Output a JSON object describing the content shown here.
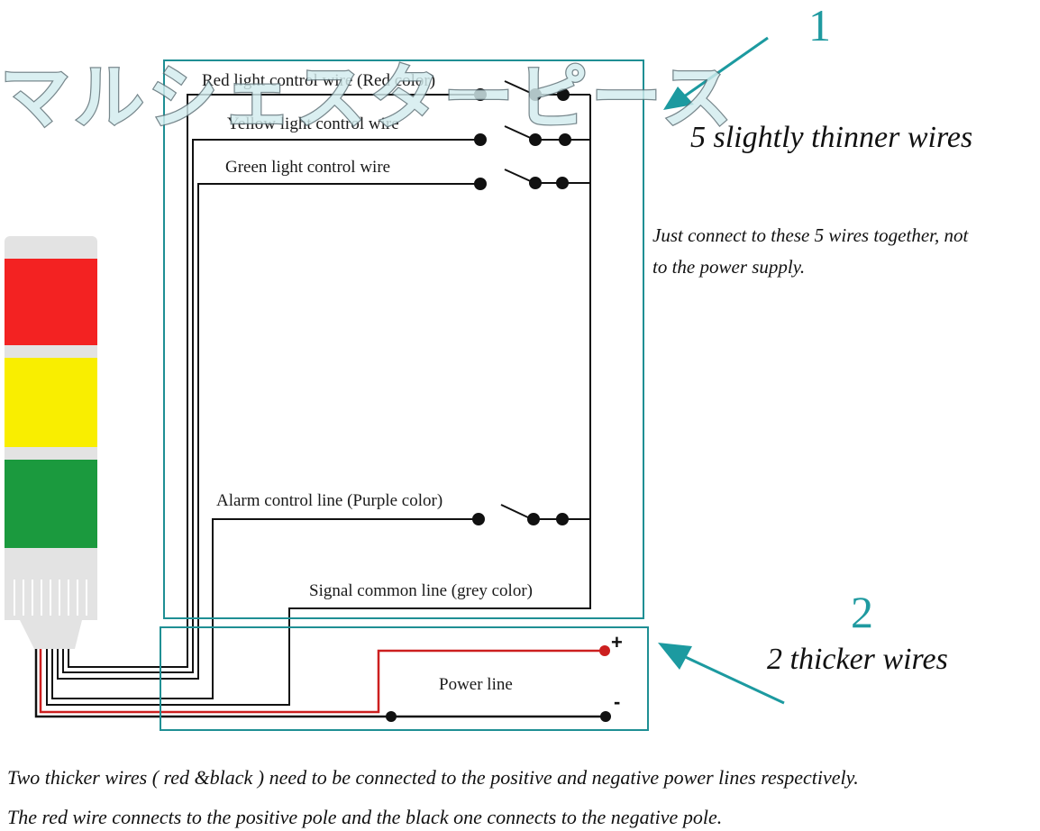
{
  "watermark": "マルシェスターピース",
  "labels": {
    "red_wire": "Red light control wire (Red color)",
    "yellow_wire": "Yellow light control wire",
    "green_wire": "Green light control wire",
    "alarm_line": "Alarm control line (Purple color)",
    "signal_common": "Signal common line (grey color)",
    "power_line": "Power line",
    "plus": "+",
    "minus": "-"
  },
  "callouts": {
    "group1_number": "1",
    "group1_text": "5 slightly thinner wires",
    "group1_note_line1": "Just connect to these 5 wires together, not",
    "group1_note_line2": "to the power supply.",
    "group2_number": "2",
    "group2_text": "2 thicker wires"
  },
  "footer": {
    "line1": "Two thicker wires ( red &black ) need to be connected to the positive and negative power lines respectively.",
    "line2": "The red wire connects to the positive pole and the black one connects to the negative pole."
  },
  "colors": {
    "box": "#1f8f94",
    "arrow": "#1c9aa0",
    "wire": "#111111",
    "power_positive": "#cc1f1f",
    "lamp_red": "#f32222",
    "lamp_yellow": "#f9ee00",
    "lamp_green": "#1b9a3e",
    "lamp_body": "#e3e3e3"
  }
}
